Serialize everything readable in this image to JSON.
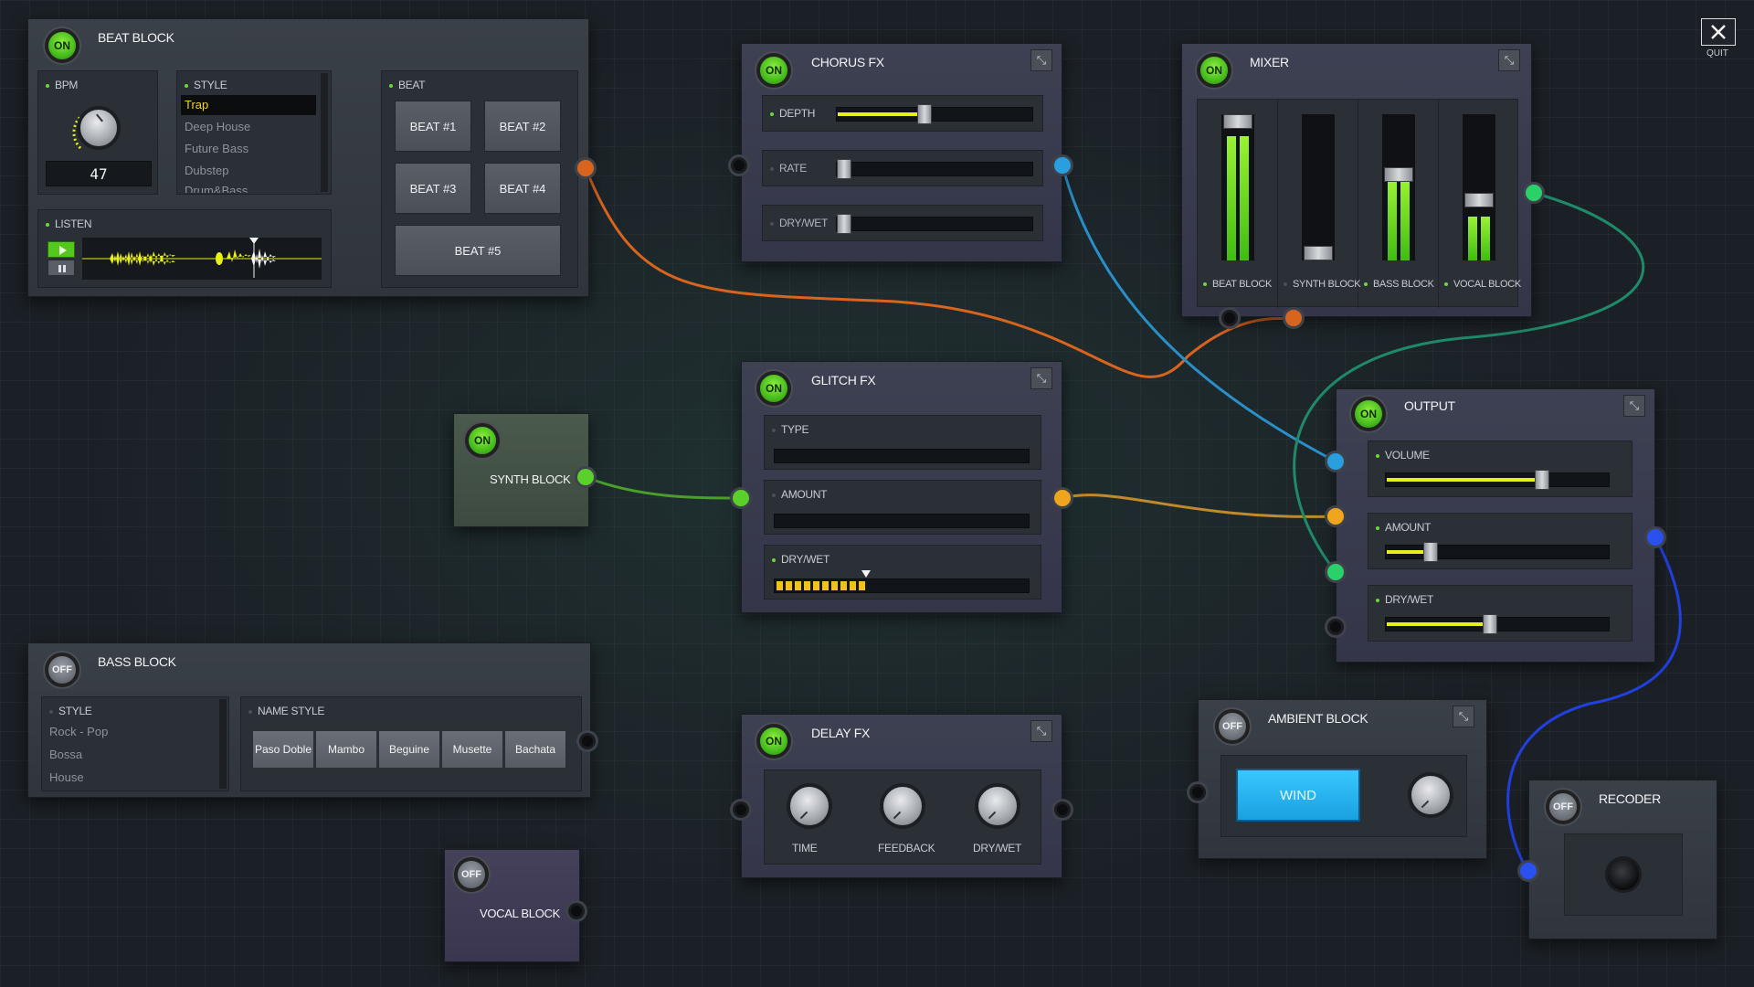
{
  "quit": {
    "label": "QUIT",
    "icon": "close-icon"
  },
  "colors": {
    "accent_green": "#6fd63a",
    "slider_yellow": "#e8f01c",
    "wind_blue": "#1fb6f0",
    "cable_orange": "#d8641e",
    "cable_blue": "#2a8fc8",
    "cable_green": "#4a9e2a",
    "cable_teal": "#1f8a6a",
    "cable_amber": "#c08a2a",
    "cable_deepblue": "#2040e0"
  },
  "beat_block": {
    "title": "BEAT BLOCK",
    "power": "ON",
    "bpm": {
      "label": "BPM",
      "value": "47"
    },
    "style": {
      "label": "STYLE",
      "items": [
        "Trap",
        "Deep House",
        "Future Bass",
        "Dubstep",
        "Drum&Bass"
      ],
      "selected": "Trap"
    },
    "beat": {
      "label": "BEAT",
      "buttons": [
        "BEAT #1",
        "BEAT #2",
        "BEAT #3",
        "BEAT #4",
        "BEAT #5"
      ]
    },
    "listen": {
      "label": "LISTEN",
      "play_icon": "play-icon",
      "pause_icon": "pause-icon"
    }
  },
  "chorus_fx": {
    "title": "CHORUS FX",
    "power": "ON",
    "params": [
      {
        "label": "DEPTH",
        "value": 0.45
      },
      {
        "label": "RATE",
        "value": 0.0
      },
      {
        "label": "DRY/WET",
        "value": 0.0
      }
    ]
  },
  "mixer": {
    "title": "MIXER",
    "power": "ON",
    "channels": [
      {
        "label": "BEAT BLOCK",
        "fader": 1.0,
        "level": 0.85,
        "active": true
      },
      {
        "label": "SYNTH BLOCK",
        "fader": 0.0,
        "level": 0.0,
        "active": false
      },
      {
        "label": "BASS BLOCK",
        "fader": 0.6,
        "level": 0.55,
        "active": true
      },
      {
        "label": "VOCAL BLOCK",
        "fader": 0.4,
        "level": 0.3,
        "active": true
      }
    ]
  },
  "glitch_fx": {
    "title": "GLITCH FX",
    "power": "ON",
    "params": [
      {
        "label": "TYPE",
        "value": 0.0,
        "active": false
      },
      {
        "label": "AMOUNT",
        "value": 0.0,
        "active": false
      },
      {
        "label": "DRY/WET",
        "value": 0.35,
        "active": true
      }
    ]
  },
  "synth_block": {
    "title": "SYNTH BLOCK",
    "power": "ON"
  },
  "output": {
    "title": "OUTPUT",
    "power": "ON",
    "params": [
      {
        "label": "VOLUME",
        "value": 0.72
      },
      {
        "label": "AMOUNT",
        "value": 0.18
      },
      {
        "label": "DRY/WET",
        "value": 0.47
      }
    ]
  },
  "bass_block": {
    "title": "BASS BLOCK",
    "power": "OFF",
    "style": {
      "label": "STYLE",
      "items": [
        "Rock - Pop",
        "Bossa",
        "House"
      ]
    },
    "name_style": {
      "label": "NAME STYLE",
      "buttons": [
        "Paso Doble",
        "Mambo",
        "Beguine",
        "Musette",
        "Bachata"
      ]
    }
  },
  "delay_fx": {
    "title": "DELAY FX",
    "power": "ON",
    "knobs": [
      "TIME",
      "FEEDBACK",
      "DRY/WET"
    ]
  },
  "ambient_block": {
    "title": "AMBIENT BLOCK",
    "power": "OFF",
    "wind_label": "WIND"
  },
  "vocal_block": {
    "title": "VOCAL BLOCK",
    "power": "OFF"
  },
  "recorder": {
    "title": "RECODER",
    "power": "OFF"
  }
}
